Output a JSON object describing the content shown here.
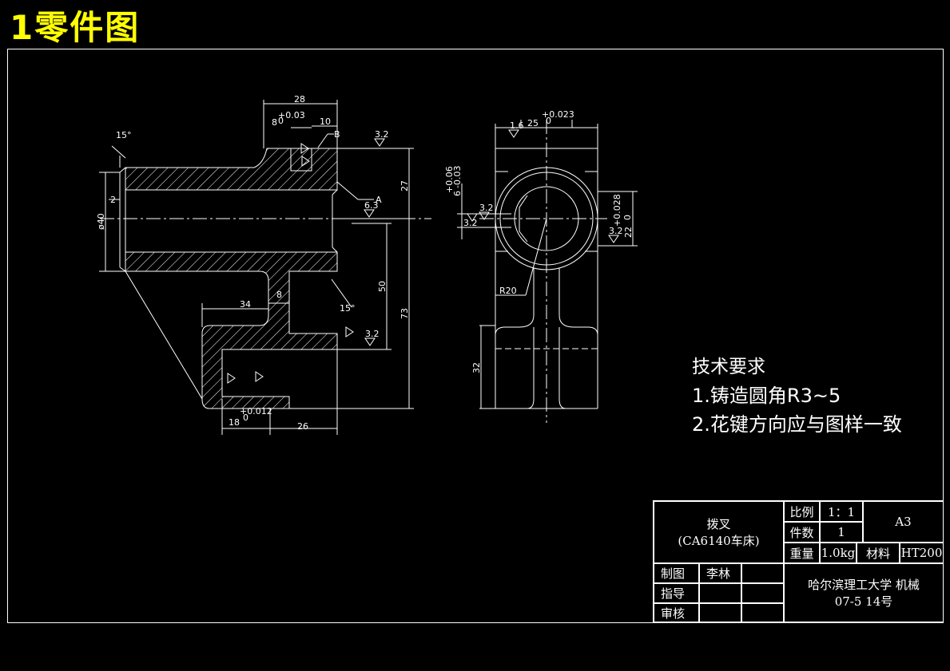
{
  "heading": "1零件图",
  "dimensions": {
    "d28": "28",
    "d8tol": "8",
    "d8tol_up": "+0.03",
    "d8tol_lo": "0",
    "d10": "10",
    "d27": "27",
    "d40": "ø40",
    "d2": "2",
    "d34": "34",
    "d8": "8",
    "d50": "50",
    "d73": "73",
    "d18": "18",
    "d18_up": "+0.012",
    "d18_lo": "0",
    "d26": "26",
    "d25": "25",
    "d25_up": "+0.023",
    "d25_lo": "0",
    "d6": "6",
    "d6_up": "+0.06",
    "d6_lo": "-0.03",
    "d22": "22",
    "d22_up": "+0.028",
    "d22_lo": "0",
    "d32": "32",
    "r20": "R20",
    "angle15a": "15°",
    "angle15b": "15°",
    "labelA": "A",
    "labelB": "B"
  },
  "roughness": {
    "r32": "3.2",
    "r63": "6.3",
    "r16": "1.6",
    "r6": "6.3"
  },
  "tech_req": {
    "title": "技术要求",
    "line1": "1.铸造圆角R3~5",
    "line2": "2.花键方向应与图样一致"
  },
  "title_block": {
    "part_name": "拨叉",
    "machine": "(CA6140车床)",
    "scale_label": "比例",
    "scale_value": "1：1",
    "qty_label": "件数",
    "qty_value": "1",
    "weight_label": "重量",
    "weight_value": "1.0kg",
    "material_label": "材料",
    "material_value": "HT200",
    "sheet": "A3",
    "drawn_label": "制图",
    "drawn_value": "李林",
    "guide_label": "指导",
    "check_label": "审核",
    "school": "哈尔滨理工大学 机械",
    "class": "07-5  14号"
  }
}
